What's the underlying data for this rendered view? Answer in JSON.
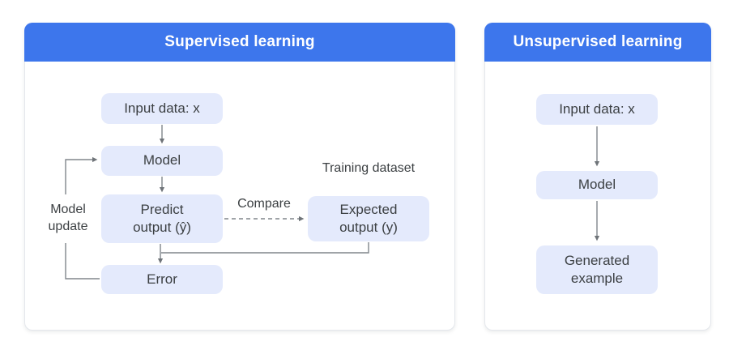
{
  "diagram": {
    "panels": [
      {
        "title": "Supervised learning",
        "nodes": {
          "input": "Input data: x",
          "model": "Model",
          "predict": [
            "Predict",
            "output (ŷ)"
          ],
          "expected": [
            "Expected",
            "output (y)"
          ],
          "error": "Error"
        },
        "labels": {
          "training_dataset": "Training dataset",
          "compare": "Compare",
          "model_update": [
            "Model",
            "update"
          ]
        }
      },
      {
        "title": "Unsupervised learning",
        "nodes": {
          "input": "Input data: x",
          "model": "Model",
          "generated": [
            "Generated",
            "example"
          ]
        }
      }
    ],
    "colors": {
      "header_bg": "#3d76ec",
      "header_text": "#ffffff",
      "node_bg": "#e4eafc",
      "node_text": "#3c4043",
      "arrow": "#80868b",
      "panel_border": "#e4e7ec",
      "background": "#ffffff"
    }
  }
}
